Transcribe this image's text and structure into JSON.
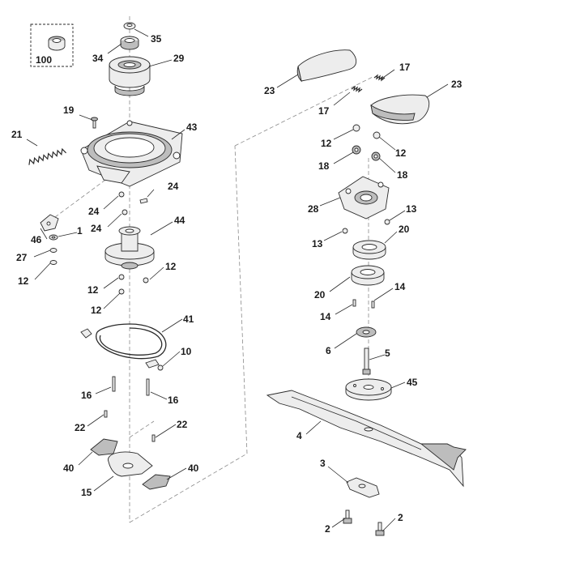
{
  "callouts": [
    {
      "id": "c100",
      "text": "100"
    },
    {
      "id": "c35",
      "text": "35"
    },
    {
      "id": "c34",
      "text": "34"
    },
    {
      "id": "c29",
      "text": "29"
    },
    {
      "id": "c19",
      "text": "19"
    },
    {
      "id": "c43",
      "text": "43"
    },
    {
      "id": "c21",
      "text": "21"
    },
    {
      "id": "c24a",
      "text": "24"
    },
    {
      "id": "c24b",
      "text": "24"
    },
    {
      "id": "c24c",
      "text": "24"
    },
    {
      "id": "c44",
      "text": "44"
    },
    {
      "id": "c46",
      "text": "46"
    },
    {
      "id": "c1",
      "text": "1"
    },
    {
      "id": "c27",
      "text": "27"
    },
    {
      "id": "c12a",
      "text": "12"
    },
    {
      "id": "c12b",
      "text": "12"
    },
    {
      "id": "c12c",
      "text": "12"
    },
    {
      "id": "c12d",
      "text": "12"
    },
    {
      "id": "c41",
      "text": "41"
    },
    {
      "id": "c10",
      "text": "10"
    },
    {
      "id": "c16a",
      "text": "16"
    },
    {
      "id": "c16b",
      "text": "16"
    },
    {
      "id": "c22a",
      "text": "22"
    },
    {
      "id": "c22b",
      "text": "22"
    },
    {
      "id": "c40a",
      "text": "40"
    },
    {
      "id": "c40b",
      "text": "40"
    },
    {
      "id": "c15",
      "text": "15"
    },
    {
      "id": "c23a",
      "text": "23"
    },
    {
      "id": "c23b",
      "text": "23"
    },
    {
      "id": "c17a",
      "text": "17"
    },
    {
      "id": "c17b",
      "text": "17"
    },
    {
      "id": "c12e",
      "text": "12"
    },
    {
      "id": "c12f",
      "text": "12"
    },
    {
      "id": "c18a",
      "text": "18"
    },
    {
      "id": "c18b",
      "text": "18"
    },
    {
      "id": "c28",
      "text": "28"
    },
    {
      "id": "c13a",
      "text": "13"
    },
    {
      "id": "c13b",
      "text": "13"
    },
    {
      "id": "c20a",
      "text": "20"
    },
    {
      "id": "c20b",
      "text": "20"
    },
    {
      "id": "c14a",
      "text": "14"
    },
    {
      "id": "c14b",
      "text": "14"
    },
    {
      "id": "c6",
      "text": "6"
    },
    {
      "id": "c5",
      "text": "5"
    },
    {
      "id": "c45",
      "text": "45"
    },
    {
      "id": "c4",
      "text": "4"
    },
    {
      "id": "c3",
      "text": "3"
    },
    {
      "id": "c2a",
      "text": "2"
    },
    {
      "id": "c2b",
      "text": "2"
    }
  ]
}
